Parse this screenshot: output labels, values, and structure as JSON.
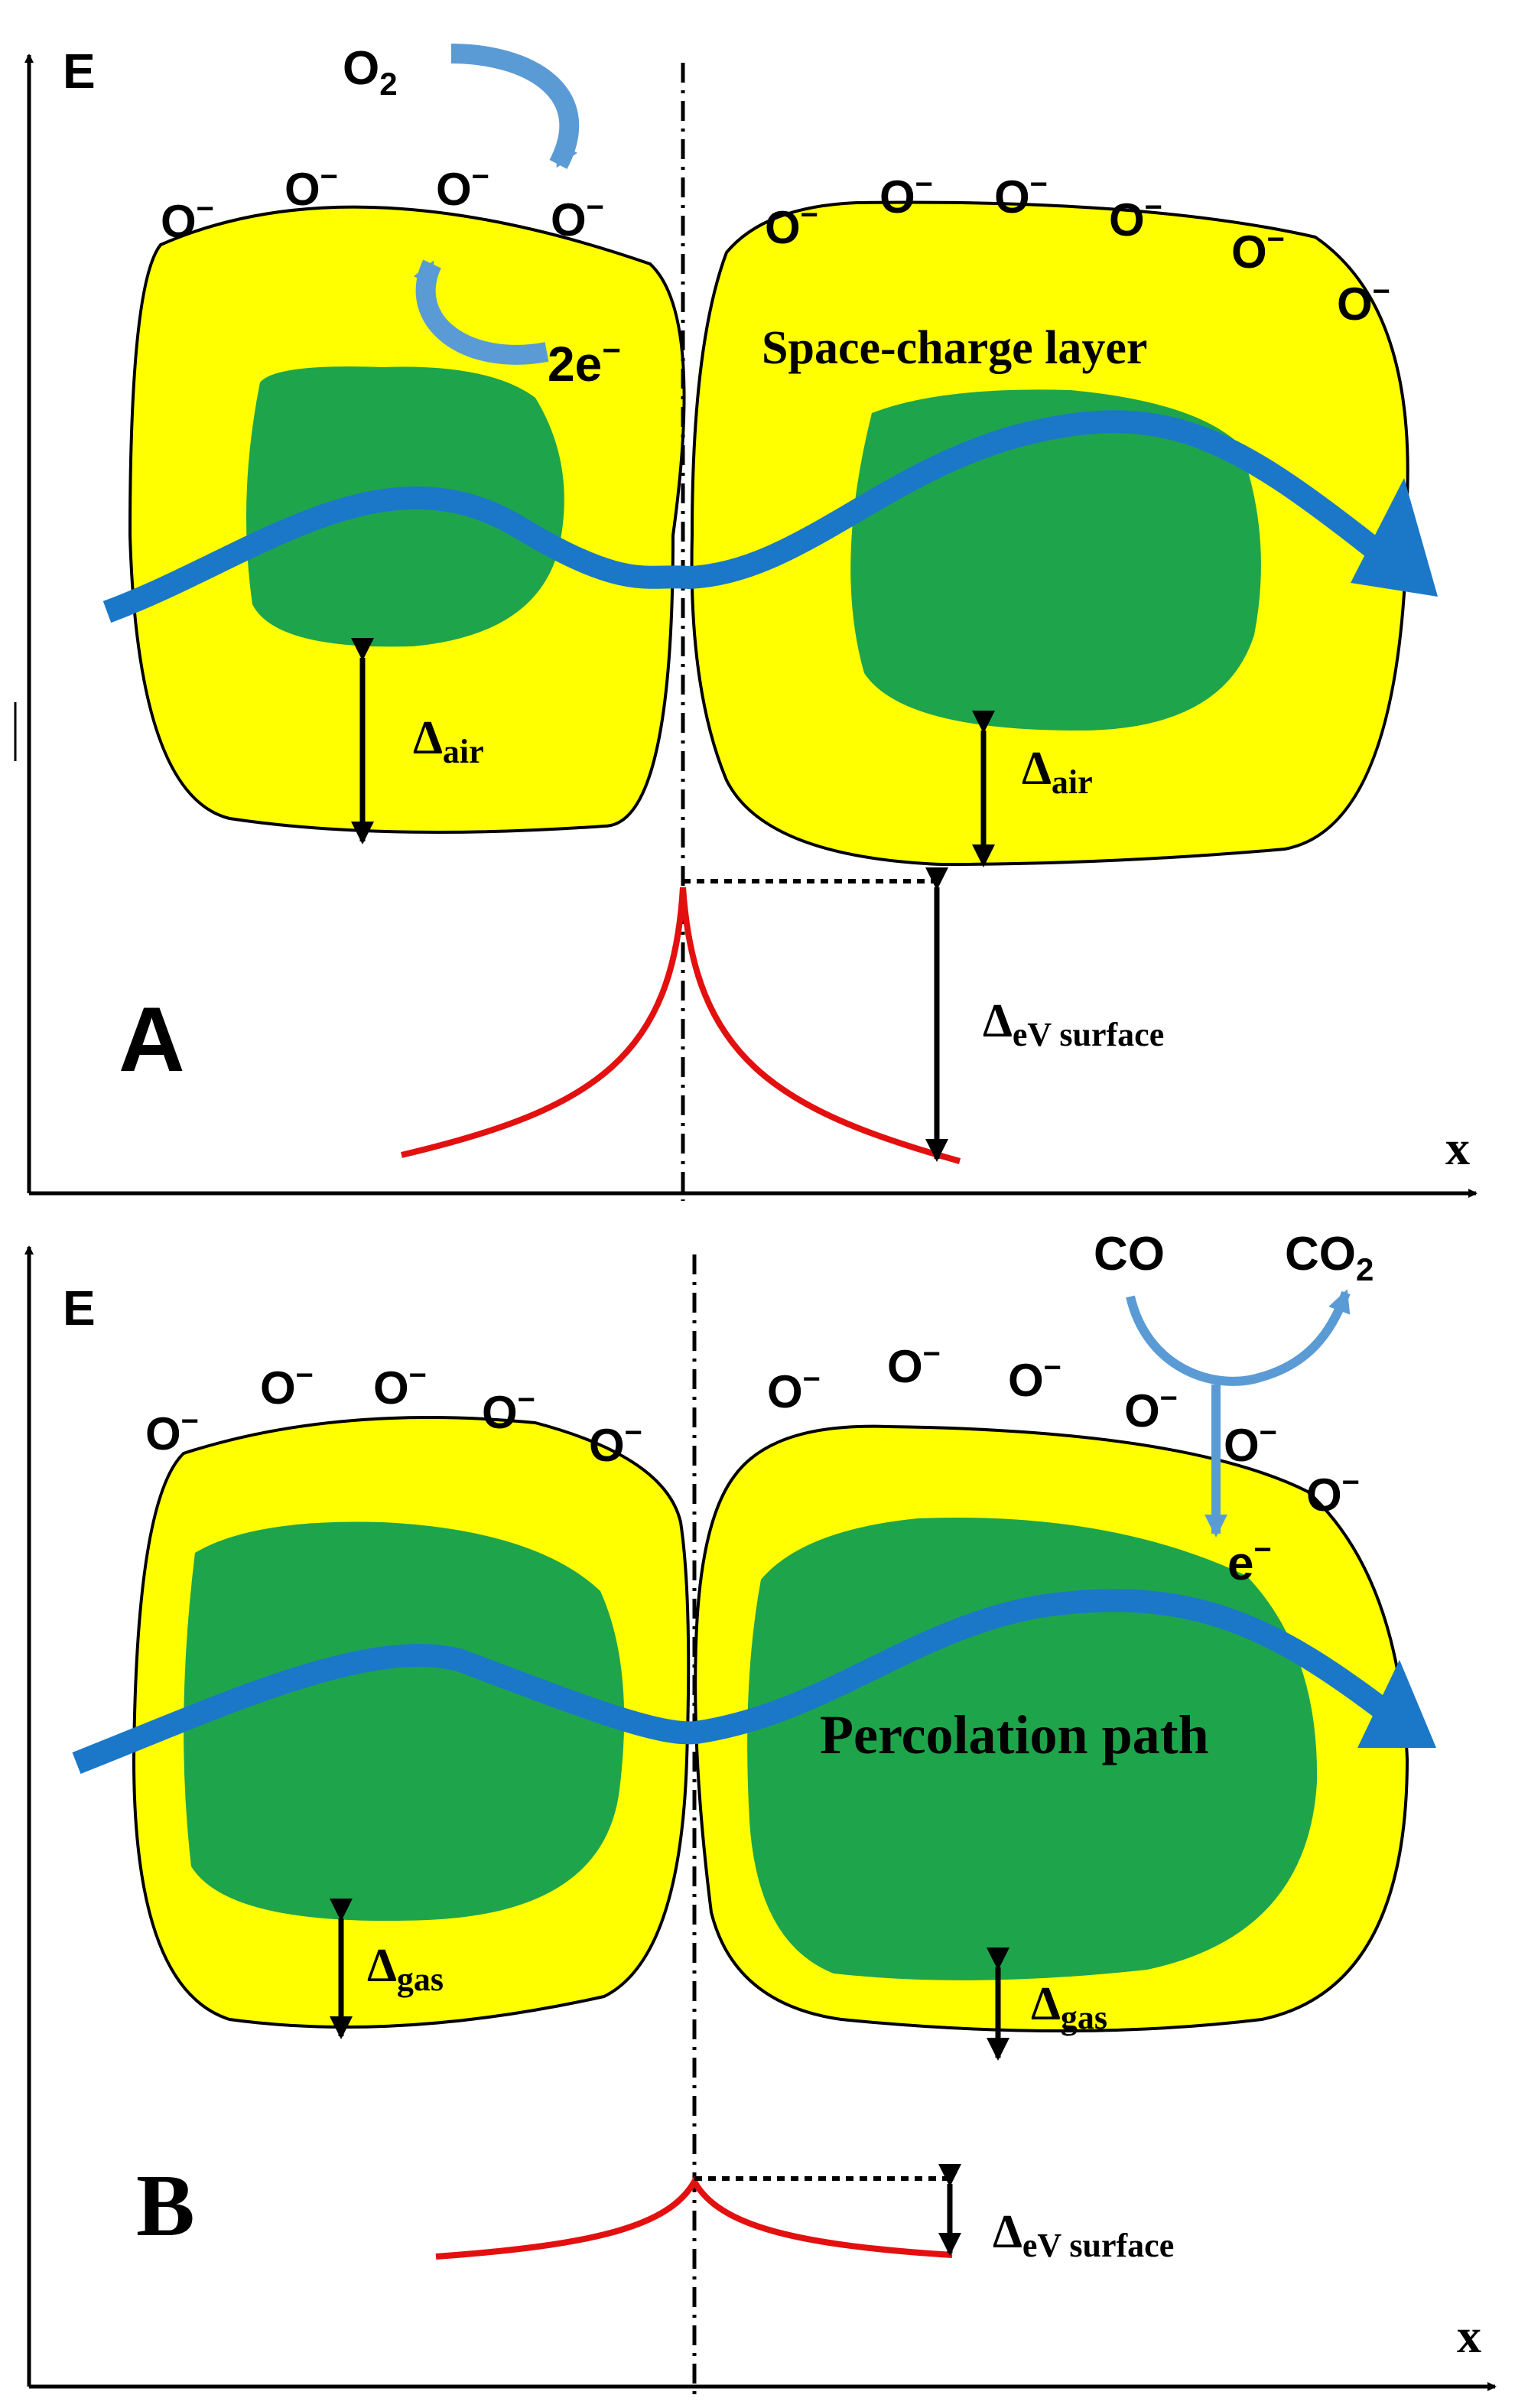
{
  "colors": {
    "grain": "#ffff00",
    "core": "#1ea54b",
    "path": "#1b78c8",
    "arrow": "#5b9bd5",
    "barrier": "#e31010",
    "ink": "#000000"
  },
  "axes": {
    "energy_label": "E",
    "position_label": "x"
  },
  "oxygen_ion": {
    "base": "O",
    "charge": "−"
  },
  "panel_a": {
    "label": "A",
    "gas": {
      "base": "O",
      "sub": "2"
    },
    "electrons": "2e",
    "layer_label": "Space-charge layer",
    "delta_left": {
      "symbol": "Δ",
      "sub": "air"
    },
    "delta_right": {
      "symbol": "Δ",
      "sub": "air"
    },
    "barrier": {
      "symbol": "Δ",
      "sub": "eV surface"
    }
  },
  "panel_b": {
    "label": "B",
    "reactant": "CO",
    "product": {
      "base": "CO",
      "sub": "2"
    },
    "electron": "e",
    "path_label": "Percolation path",
    "delta_left": {
      "symbol": "Δ",
      "sub": "gas"
    },
    "delta_right": {
      "symbol": "Δ",
      "sub": "gas"
    },
    "barrier": {
      "symbol": "Δ",
      "sub": "eV surface"
    }
  }
}
